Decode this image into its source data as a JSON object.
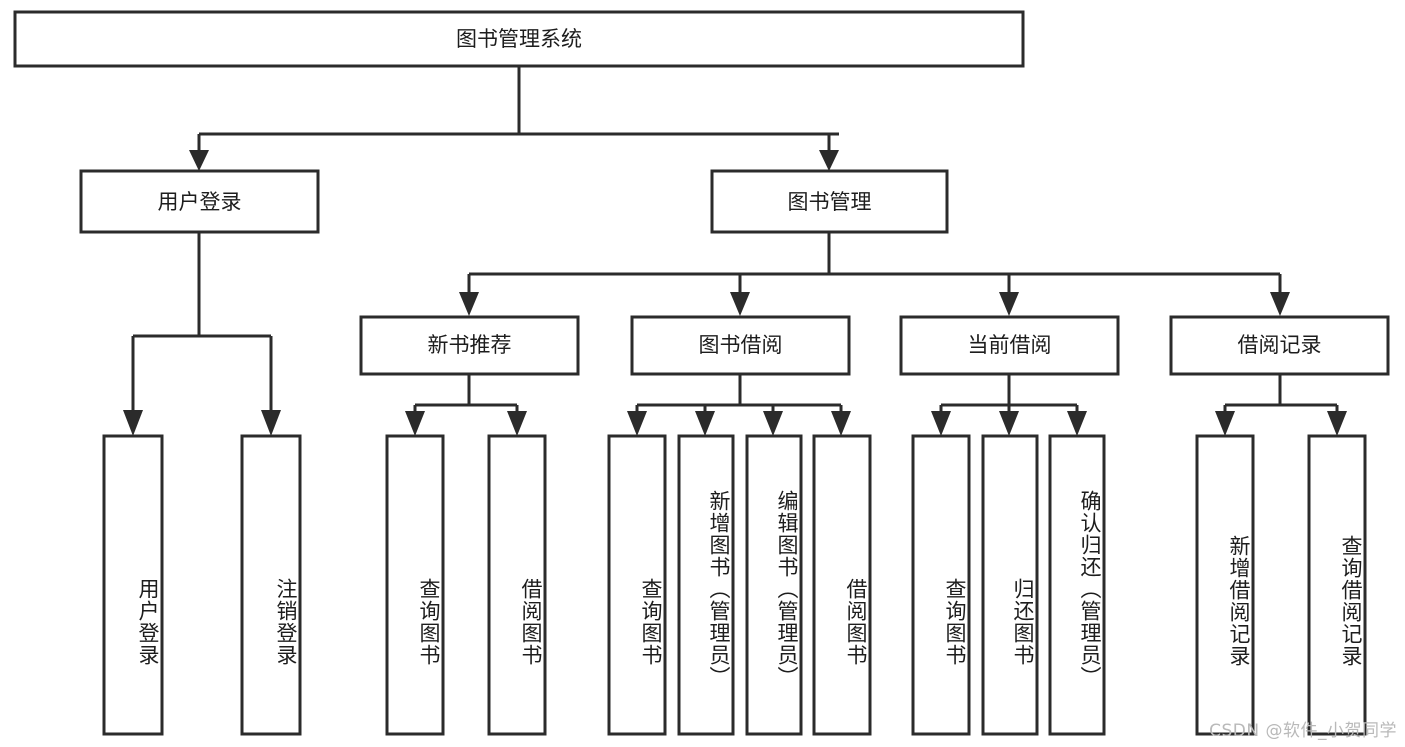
{
  "diagram": {
    "type": "tree",
    "title": "图书管理系统",
    "orientation": "top-down",
    "colors": {
      "background": "#ffffff",
      "box_fill": "#ffffff",
      "box_stroke": "#2b2b2b",
      "connector": "#2b2b2b",
      "text": "#1d1d1d",
      "watermark": "#b9b9b9"
    },
    "root": {
      "label": "图书管理系统"
    },
    "level2": [
      {
        "label": "用户登录"
      },
      {
        "label": "图书管理"
      }
    ],
    "level3": [
      {
        "label": "新书推荐"
      },
      {
        "label": "图书借阅"
      },
      {
        "label": "当前借阅"
      },
      {
        "label": "借阅记录"
      }
    ],
    "leaves": {
      "user_login": [
        {
          "label": "用户登录"
        },
        {
          "label": "注销登录"
        }
      ],
      "new_book_recommend": [
        {
          "label": "查询图书"
        },
        {
          "label": "借阅图书"
        }
      ],
      "book_borrow": [
        {
          "label": "查询图书"
        },
        {
          "label": "新增图书（管理员）"
        },
        {
          "label": "编辑图书（管理员）"
        },
        {
          "label": "借阅图书"
        }
      ],
      "current_borrow": [
        {
          "label": "查询图书"
        },
        {
          "label": "归还图书"
        },
        {
          "label": "确认归还（管理员）"
        }
      ],
      "borrow_record": [
        {
          "label": "新增借阅记录"
        },
        {
          "label": "查询借阅记录"
        }
      ]
    }
  },
  "watermark": {
    "text": "CSDN @软件_小贺同学"
  }
}
